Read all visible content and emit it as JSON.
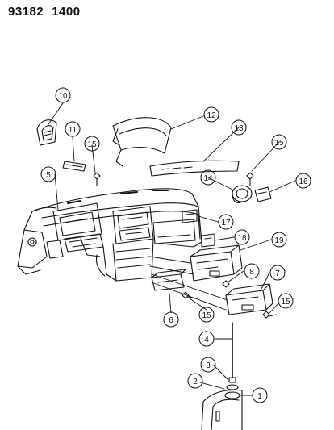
{
  "header": {
    "code_a": "93182",
    "code_b": "1400"
  },
  "callouts": [
    {
      "id": "c1",
      "label": "1"
    },
    {
      "id": "c2",
      "label": "2"
    },
    {
      "id": "c3",
      "label": "3"
    },
    {
      "id": "c4",
      "label": "4"
    },
    {
      "id": "c5",
      "label": "5"
    },
    {
      "id": "c6",
      "label": "6"
    },
    {
      "id": "c7",
      "label": "7"
    },
    {
      "id": "c8",
      "label": "8"
    },
    {
      "id": "c10",
      "label": "10"
    },
    {
      "id": "c11",
      "label": "11"
    },
    {
      "id": "c12",
      "label": "12"
    },
    {
      "id": "c13",
      "label": "13"
    },
    {
      "id": "c14",
      "label": "14"
    },
    {
      "id": "c15a",
      "label": "15"
    },
    {
      "id": "c15b",
      "label": "15"
    },
    {
      "id": "c15c",
      "label": "15"
    },
    {
      "id": "c15d",
      "label": "15"
    },
    {
      "id": "c16",
      "label": "16"
    },
    {
      "id": "c17",
      "label": "17"
    },
    {
      "id": "c18",
      "label": "18"
    },
    {
      "id": "c19",
      "label": "19"
    }
  ]
}
